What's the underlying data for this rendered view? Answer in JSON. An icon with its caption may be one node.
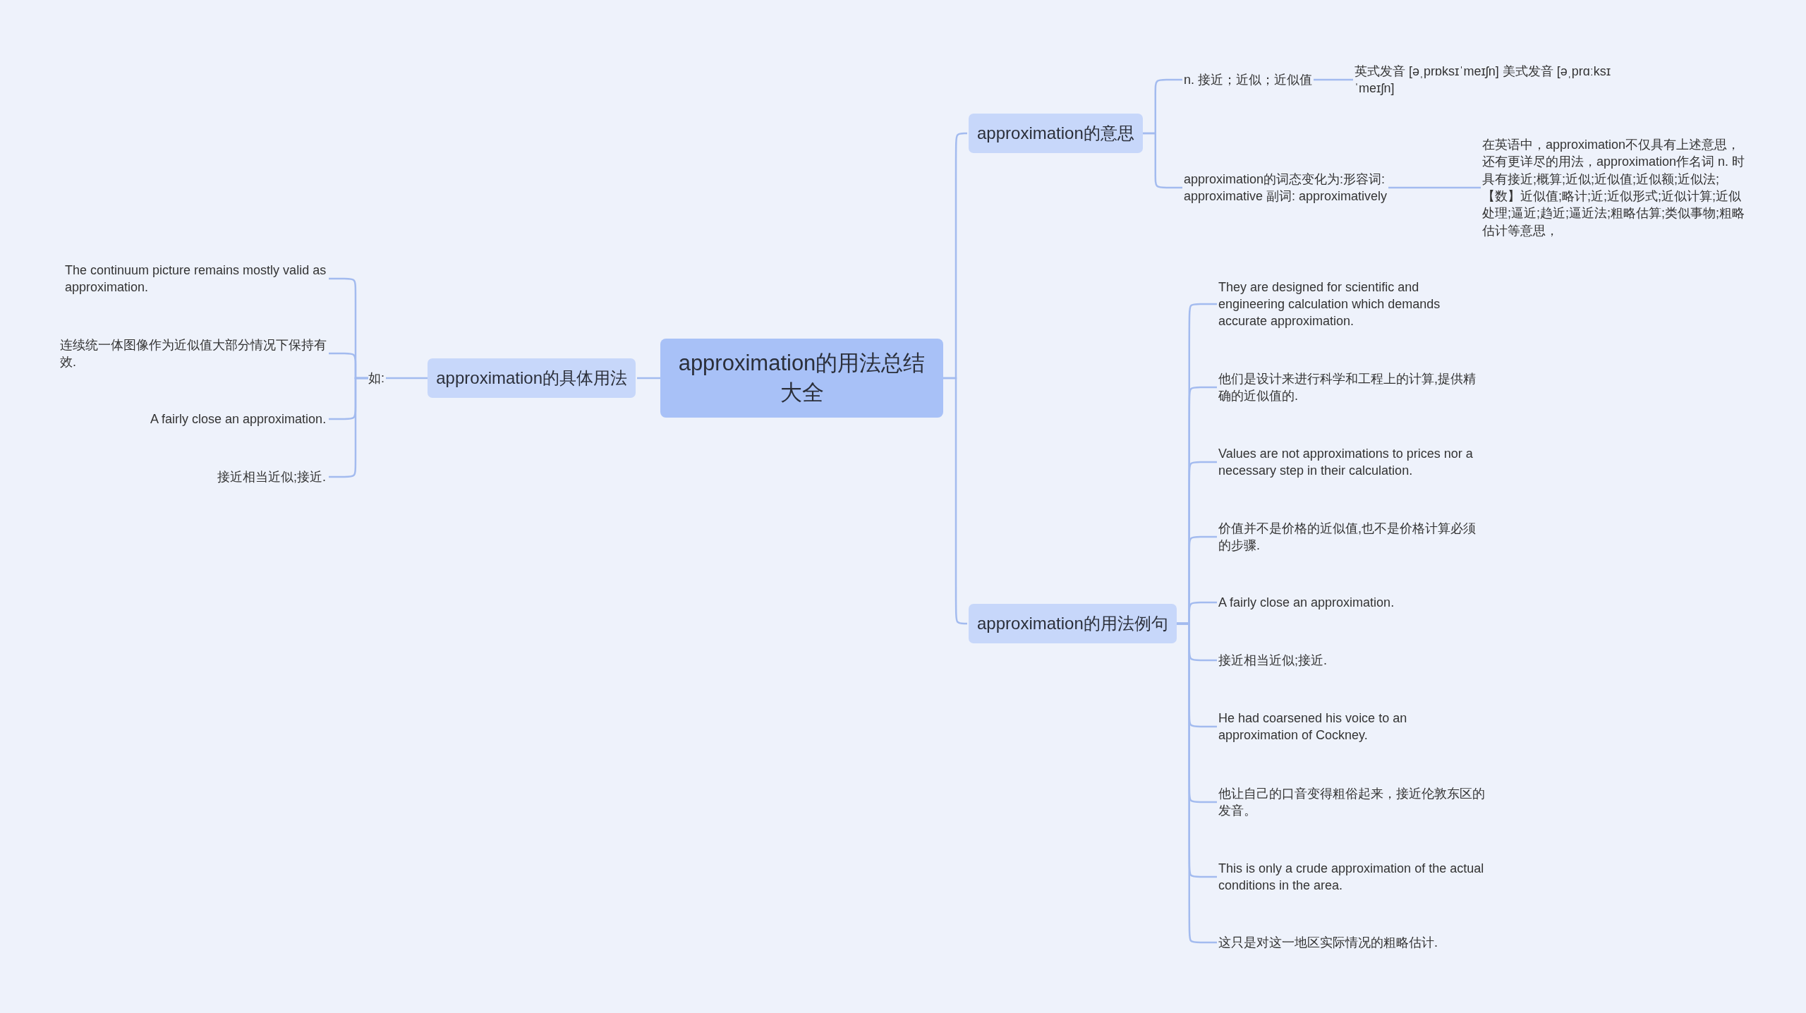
{
  "diagram": {
    "nodes": [
      {
        "text": [
          "approximation的用法总结大全"
        ]
      },
      {
        "text": [
          "approximation的意思"
        ]
      },
      {
        "text": [
          "n. 接近；近似；近似值"
        ]
      },
      {
        "text": [
          "英式发音 [əˌprɒksɪˈmeɪʃn] 美式发音 [əˌprɑːksɪˈmeɪʃn]"
        ]
      },
      {
        "text": [
          "approximation的词态变化为:形容词: approximative 副词: approximatively"
        ]
      },
      {
        "text": [
          "在英语中，approximation不仅具有上述意思，还有更详尽的用法，approximation作名词 n. 时具有接近;概算;近似;近似值;近似额;近似法;【数】近似值;略计;近;近似形式;近似计算;近似处理;逼近;趋近;逼近法;粗略估算;类似事物;粗略估计等意思，"
        ]
      },
      {
        "text": [
          "approximation的用法例句"
        ]
      },
      {
        "text": [
          "They are designed for scientific and engineering calculation which demands accurate approximation."
        ]
      },
      {
        "text": [
          "他们是设计来进行科学和工程上的计算,提供精确的近似值的."
        ]
      },
      {
        "text": [
          "Values are not approximations to prices nor a necessary step in their calculation."
        ]
      },
      {
        "text": [
          "价值并不是价格的近似值,也不是价格计算必须的步骤."
        ]
      },
      {
        "text": [
          "A fairly close an approximation."
        ]
      },
      {
        "text": [
          "接近相当近似;接近."
        ]
      },
      {
        "text": [
          "He had coarsened his voice to an approximation of Cockney."
        ]
      },
      {
        "text": [
          "他让自己的口音变得粗俗起来，接近伦敦东区的发音。"
        ]
      },
      {
        "text": [
          "This is only a crude approximation of the actual conditions in the area."
        ]
      },
      {
        "text": [
          "这只是对这一地区实际情况的粗略估计."
        ]
      },
      {
        "text": [
          "approximation的具体用法"
        ]
      },
      {
        "text": [
          "如:"
        ]
      },
      {
        "text": [
          "The continuum picture remains mostly valid as approximation."
        ]
      },
      {
        "text": [
          "连续统一体图像作为近似值大部分情况下保持有效."
        ]
      },
      {
        "text": [
          "A fairly close an approximation."
        ]
      },
      {
        "text": [
          "接近相当近似;接近."
        ]
      }
    ],
    "edges": [
      {
        "from": 0,
        "to": 1,
        "arrow": "none"
      },
      {
        "from": 0,
        "to": 6,
        "arrow": "none"
      },
      {
        "from": 0,
        "to": 17,
        "arrow": "none"
      },
      {
        "from": 1,
        "to": 2,
        "arrow": "none"
      },
      {
        "from": 1,
        "to": 4,
        "arrow": "none"
      },
      {
        "from": 2,
        "to": 3,
        "arrow": "none"
      },
      {
        "from": 4,
        "to": 5,
        "arrow": "none"
      },
      {
        "from": 6,
        "to": 7,
        "arrow": "none"
      },
      {
        "from": 6,
        "to": 8,
        "arrow": "none"
      },
      {
        "from": 6,
        "to": 9,
        "arrow": "none"
      },
      {
        "from": 6,
        "to": 10,
        "arrow": "none"
      },
      {
        "from": 6,
        "to": 11,
        "arrow": "none"
      },
      {
        "from": 6,
        "to": 12,
        "arrow": "none"
      },
      {
        "from": 6,
        "to": 13,
        "arrow": "none"
      },
      {
        "from": 6,
        "to": 14,
        "arrow": "none"
      },
      {
        "from": 6,
        "to": 15,
        "arrow": "none"
      },
      {
        "from": 6,
        "to": 16,
        "arrow": "none"
      },
      {
        "from": 17,
        "to": 18,
        "arrow": "none"
      },
      {
        "from": 18,
        "to": 19,
        "arrow": "none"
      },
      {
        "from": 18,
        "to": 20,
        "arrow": "none"
      },
      {
        "from": 18,
        "to": 21,
        "arrow": "none"
      },
      {
        "from": 18,
        "to": 22,
        "arrow": "none"
      }
    ]
  }
}
